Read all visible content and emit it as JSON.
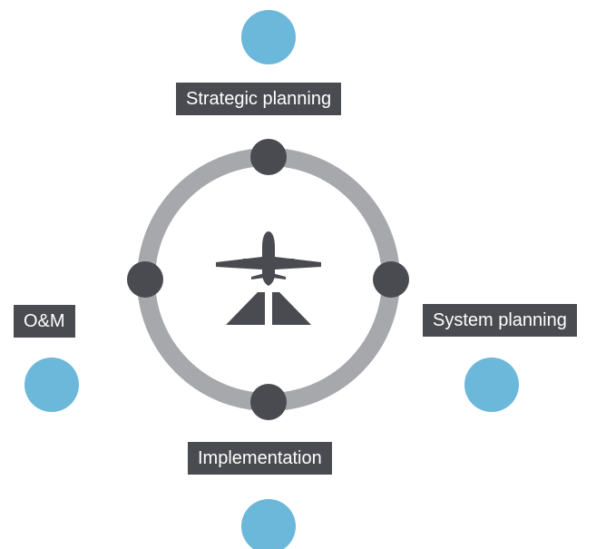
{
  "labels": {
    "strategic_planning": "Strategic planning",
    "system_planning": "System planning",
    "implementation": "Implementation",
    "om": "O&M"
  },
  "colors": {
    "ring": "#a7a8ab",
    "node": "#4a4b50",
    "accent_circle": "#6bb8da",
    "label_bg": "#4a4b50",
    "label_text": "#ffffff",
    "icon": "#4a4b50"
  },
  "icons": {
    "center": "airplane-over-runway-icon"
  }
}
